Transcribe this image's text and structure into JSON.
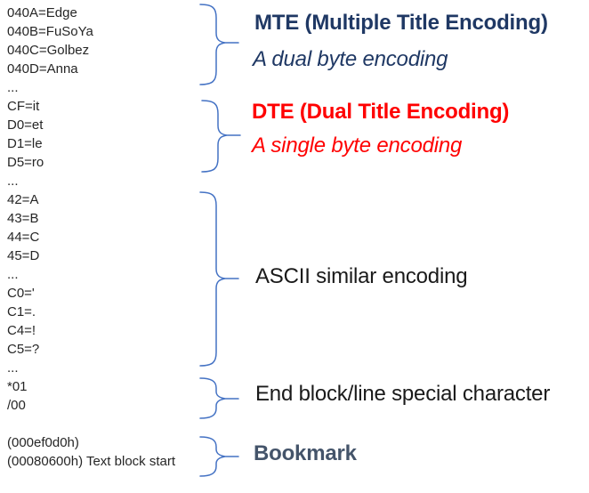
{
  "colors": {
    "brace_blue": "#4472C4",
    "mte_navy": "#1F3864",
    "dte_red": "#FF0000",
    "label_black": "#1A1A1A",
    "bookmark_slate": "#44546A",
    "code_text": "#262626",
    "background": "#FFFFFF"
  },
  "code_lines": [
    "040A=Edge",
    "040B=FuSoYa",
    "040C=Golbez",
    "040D=Anna",
    "...",
    "CF=it",
    "D0=et",
    "D1=le",
    "D5=ro",
    "...",
    "42=A",
    "43=B",
    "44=C",
    "45=D",
    "...",
    "C0='",
    "C1=.",
    "C4=!",
    "C5=?",
    "...",
    "*01",
    "/00",
    "",
    "(000ef0d0h)",
    "(00080600h) Text block start"
  ],
  "labels": {
    "mte_title": "MTE (Multiple Title Encoding)",
    "mte_subtitle": "A dual byte encoding",
    "dte_title": "DTE (Dual Title Encoding)",
    "dte_subtitle": "A single byte encoding",
    "ascii": "ASCII similar encoding",
    "end_block": "End block/line special character",
    "bookmark": "Bookmark"
  }
}
